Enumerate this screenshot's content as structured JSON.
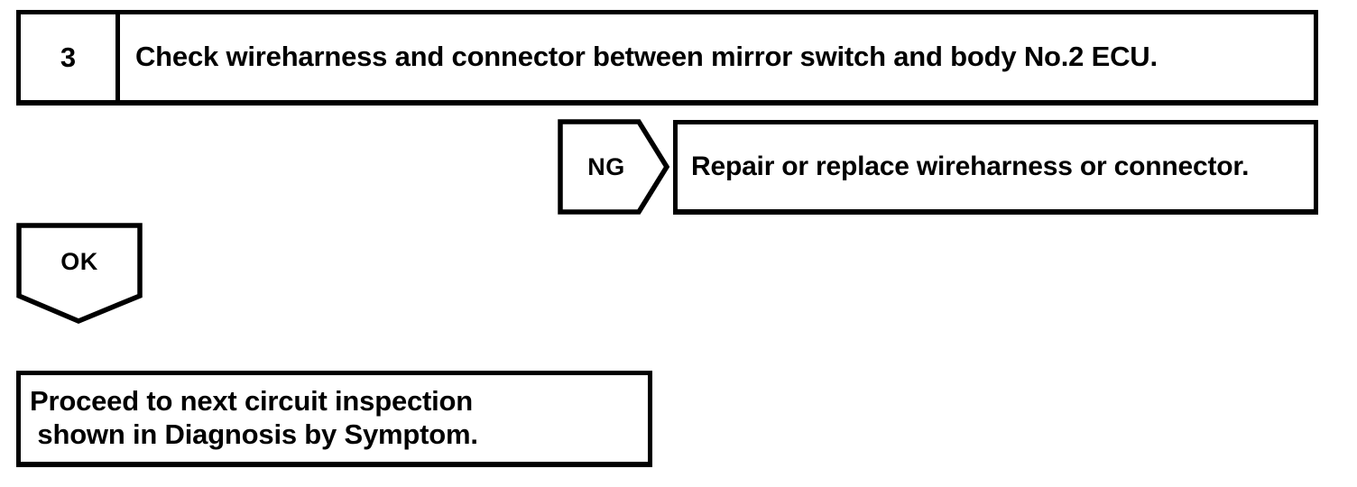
{
  "document": {
    "type": "troubleshooting-flowchart",
    "background_color": "#ffffff",
    "line_color": "#000000"
  },
  "step": {
    "number": "3",
    "instruction": "Check wireharness and connector between mirror switch and body No.2 ECU."
  },
  "branches": {
    "ng": {
      "label": "NG",
      "action": "Repair or replace wireharness or connector."
    },
    "ok": {
      "label": "OK"
    }
  },
  "outcome": {
    "line1": "Proceed to next circuit inspection",
    "line2": " shown in Diagnosis by Symptom."
  }
}
